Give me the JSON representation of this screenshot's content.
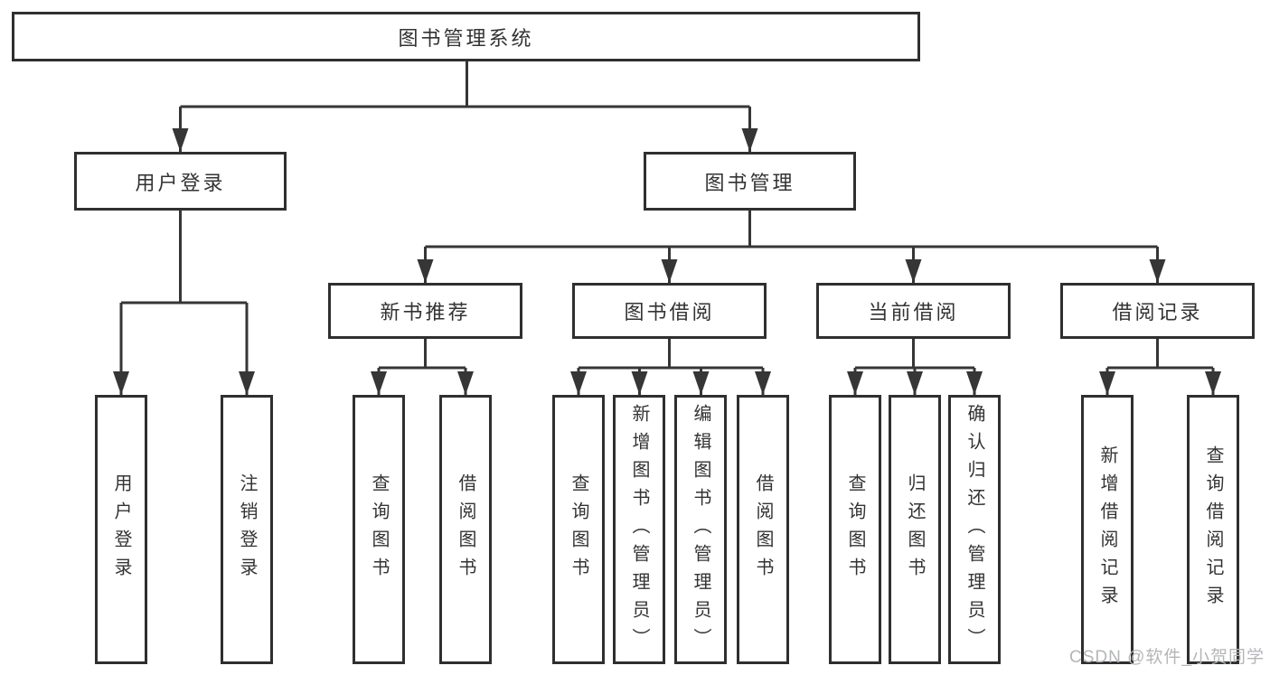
{
  "diagram": {
    "type": "hierarchy-tree",
    "root": {
      "label": "图书管理系统",
      "children": [
        {
          "label": "用户登录",
          "children": [
            {
              "label": "用户登录"
            },
            {
              "label": "注销登录"
            }
          ]
        },
        {
          "label": "图书管理",
          "children": [
            {
              "label": "新书推荐",
              "children": [
                {
                  "label": "查询图书"
                },
                {
                  "label": "借阅图书"
                }
              ]
            },
            {
              "label": "图书借阅",
              "children": [
                {
                  "label": "查询图书"
                },
                {
                  "label": "新增图书（管理员）"
                },
                {
                  "label": "编辑图书（管理员）"
                },
                {
                  "label": "借阅图书"
                }
              ]
            },
            {
              "label": "当前借阅",
              "children": [
                {
                  "label": "查询图书"
                },
                {
                  "label": "归还图书"
                },
                {
                  "label": "确认归还（管理员）"
                }
              ]
            },
            {
              "label": "借阅记录",
              "children": [
                {
                  "label": "新增借阅记录"
                },
                {
                  "label": "查询借阅记录"
                }
              ]
            }
          ]
        }
      ]
    }
  },
  "watermark": {
    "text": "CSDN @软件_小贺同学",
    "color": "#b3b6b9"
  },
  "colors": {
    "line": "#363636",
    "box_border": "#2f2f2f",
    "text": "#333333",
    "background": "#ffffff"
  }
}
